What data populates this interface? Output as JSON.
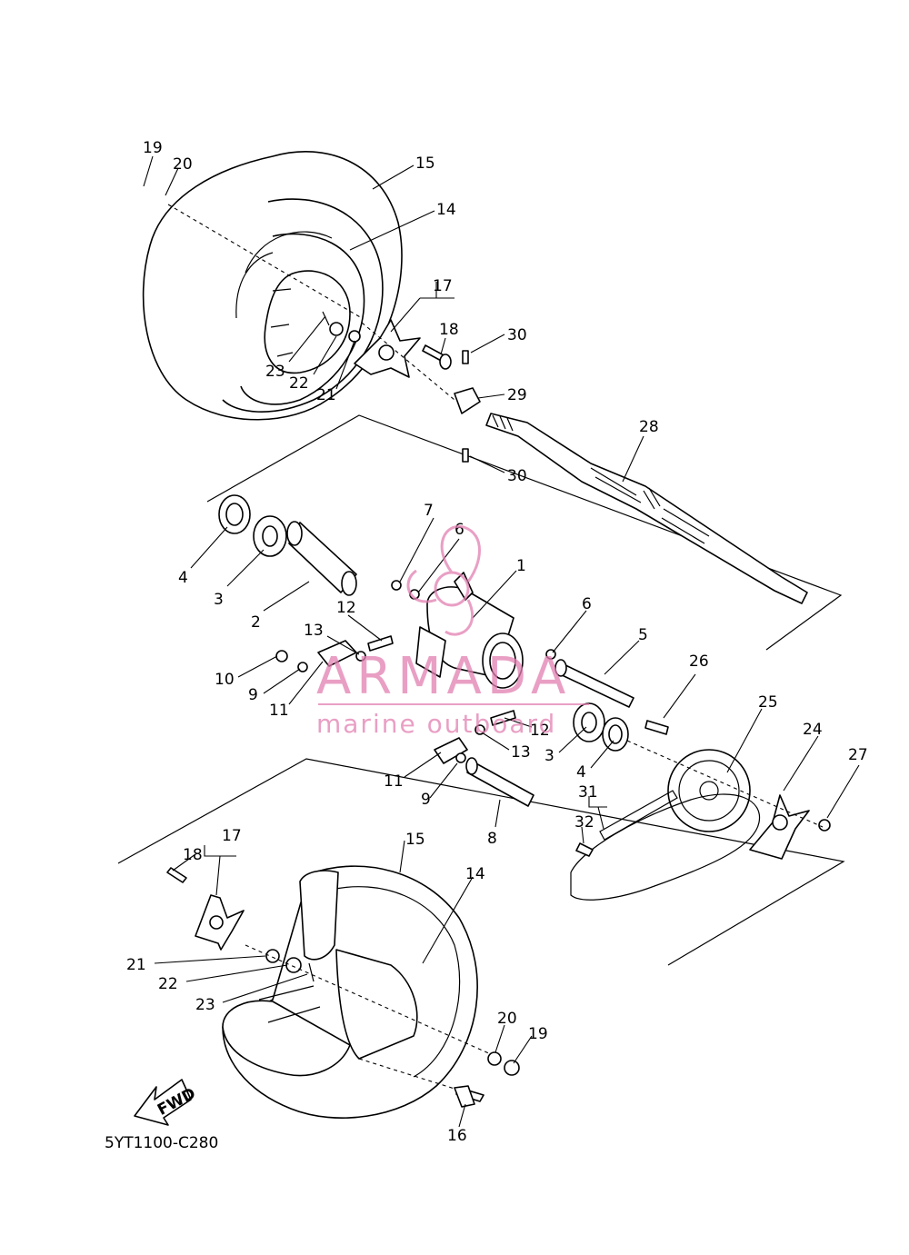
{
  "diagram_code": "5YT1100-C280",
  "fwd_arrow_text": "FWD",
  "watermark": {
    "brand": "ARMADA",
    "tagline": "marine outboard",
    "color": "#e27fb1"
  },
  "callouts": [
    "1",
    "2",
    "3",
    "4",
    "5",
    "6",
    "7",
    "8",
    "9",
    "10",
    "11",
    "12",
    "13",
    "14",
    "15",
    "16",
    "17",
    "18",
    "19",
    "20",
    "21",
    "22",
    "23",
    "24",
    "25",
    "26",
    "27",
    "28",
    "29",
    "30",
    "31",
    "32"
  ]
}
